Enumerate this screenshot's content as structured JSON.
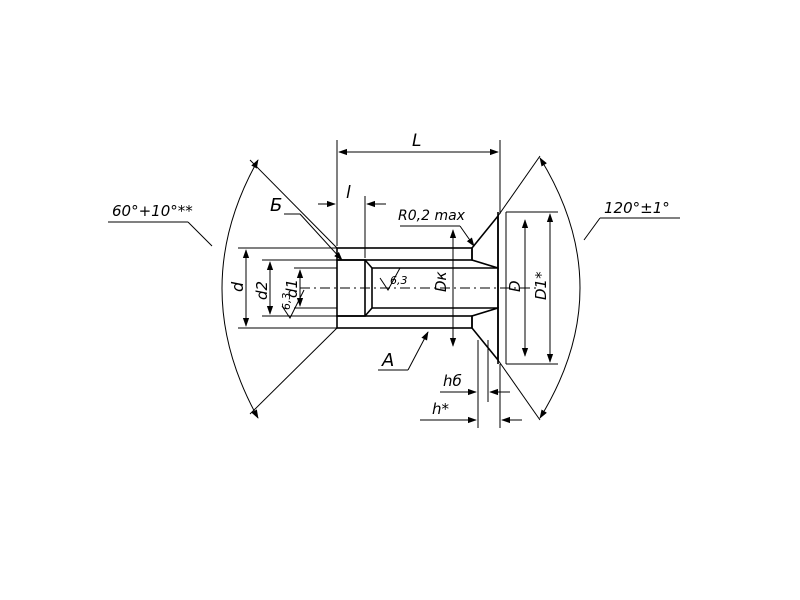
{
  "labels": {
    "length_L": "L",
    "length_l": "l",
    "letter_b": "Б",
    "letter_a": "А",
    "radius": "R0,2 max",
    "angle_left": "60°+10°**",
    "angle_right": "120°±1°",
    "dia_d": "d",
    "dia_d2": "d2",
    "dia_d1": "d1",
    "roughness_left": "6,3",
    "roughness_mid": "6,3",
    "dia_Dk": "Dк",
    "dia_D": "D",
    "dia_D1": "D1*",
    "height_hb": "hб",
    "height_h": "h*"
  },
  "colors": {
    "ink": "#000000",
    "background": "#ffffff"
  }
}
